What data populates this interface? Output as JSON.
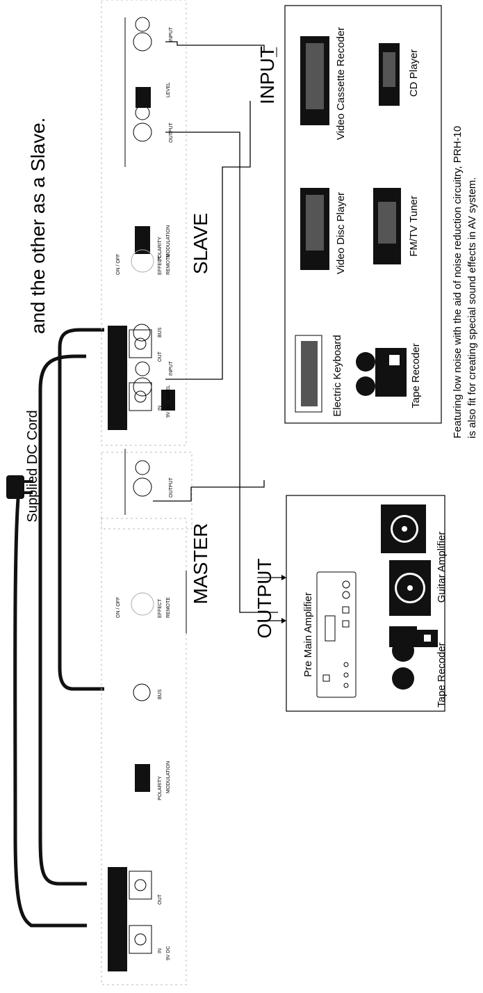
{
  "top_text": "and the other as a Slave.",
  "dc_cord_label": "Supplied DC Cord",
  "master_label": "MASTER",
  "slave_label": "SLAVE",
  "output_label": "OUTPUT",
  "input_label": "INPUT",
  "panel_labels": {
    "modulation": "MODULATION",
    "polarity": "POLARITY",
    "bus": "BUS",
    "effect": "EFFECT",
    "remote": "REMOTE",
    "level": "LEVEL",
    "output": "OUTPUT",
    "input": "INPUT",
    "in": "IN",
    "out": "OUT",
    "dc": "9V DC",
    "onoff": "ON / OFF"
  },
  "output_devices": {
    "pre_main": "Pre Main Amplifier",
    "tape": "Tape Recoder",
    "guitar": "Guitar Amplifier"
  },
  "input_devices": {
    "keyboard": "Electric Keyboard",
    "tape": "Tape Recoder",
    "vdp": "Video Disc Player",
    "fm": "FM/TV Tuner",
    "vcr": "Video Cassette Recoder",
    "cd": "CD Player"
  },
  "caption_line1": "Featuring low noise with the aid of noise reduction circuitry,  PRH-10",
  "caption_line2": "is also fit for creating special sound effects in AV system."
}
